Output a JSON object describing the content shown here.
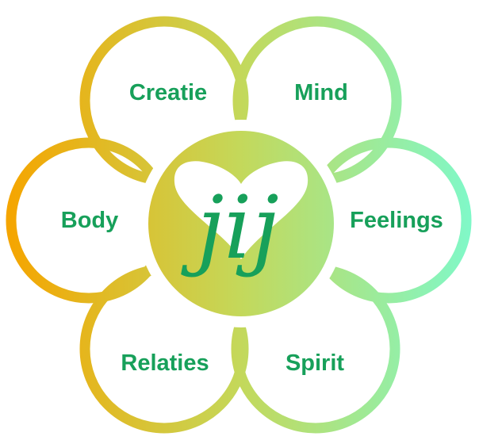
{
  "colors": {
    "left": "#f5a500",
    "right": "#80f8c8",
    "text": "#17a05a"
  },
  "center": {
    "logo_text": "jij"
  },
  "petals": [
    {
      "label": "Creatie"
    },
    {
      "label": "Mind"
    },
    {
      "label": "Feelings"
    },
    {
      "label": "Spirit"
    },
    {
      "label": "Relaties"
    },
    {
      "label": "Body"
    }
  ]
}
